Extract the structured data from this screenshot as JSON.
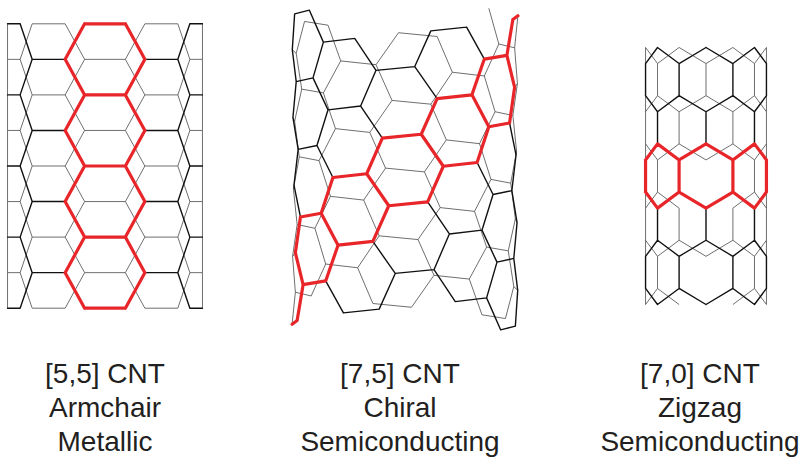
{
  "diagram": {
    "labels": [
      "[5,5] CNT",
      "Armchair",
      "Metallic",
      "[7,5] CNT",
      "Chiral",
      "Semiconducting",
      "[7,0] CNT",
      "Zigzag",
      "Semiconducting"
    ]
  }
}
